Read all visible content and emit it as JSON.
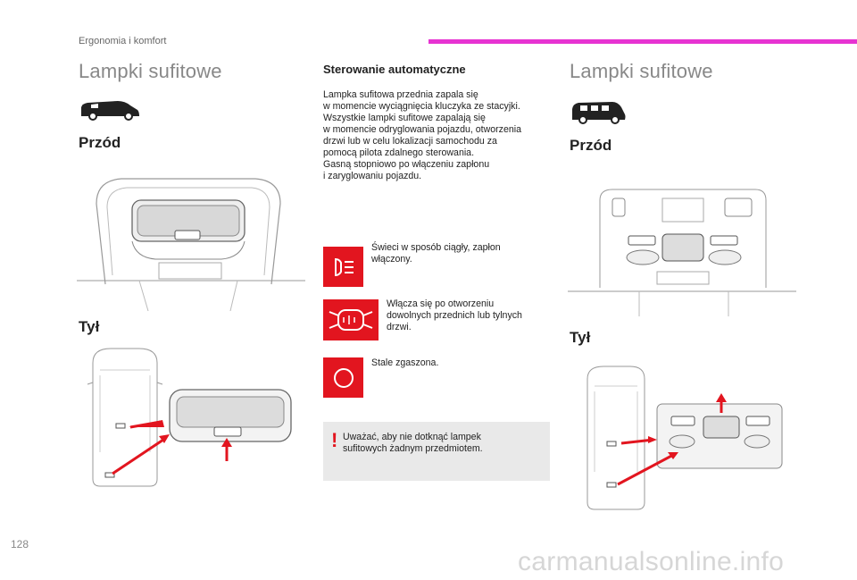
{
  "header": {
    "section": "Ergonomia i komfort",
    "accent_color": "#e733d2"
  },
  "left": {
    "title": "Lampki sufitowe",
    "front_heading": "Przód",
    "rear_heading": "Tył"
  },
  "middle": {
    "heading": "Sterowanie automatyczne",
    "paragraph": [
      "Lampka sufitowa przednia zapala się",
      "w momencie wyciągnięcia kluczyka ze stacyjki.",
      "Wszystkie lampki sufitowe zapalają się",
      "w momencie odryglowania pojazdu, otworzenia",
      "drzwi lub w celu lokalizacji samochodu za",
      "pomocą pilota zdalnego sterowania.",
      "Gasną stopniowo po włączeniu zapłonu",
      "i zaryglowaniu pojazdu."
    ],
    "modes": [
      {
        "icon": "light-on-icon",
        "text": [
          "Świeci w sposób ciągły, zapłon",
          "włączony."
        ]
      },
      {
        "icon": "door-light-icon",
        "text": [
          "Włącza się po otworzeniu",
          "dowolnych przednich lub tylnych",
          "drzwi."
        ]
      },
      {
        "icon": "light-off-icon",
        "text": [
          "Stale zgaszona."
        ]
      }
    ],
    "warning": {
      "mark": "!",
      "text": [
        "Uważać, aby nie dotknąć lampek",
        "sufitowych żadnym przedmiotem."
      ]
    },
    "icon_color": "#e2151f"
  },
  "right": {
    "title": "Lampki sufitowe",
    "front_heading": "Przód",
    "rear_heading": "Tył"
  },
  "footer": {
    "page_number": "128",
    "watermark": "carmanualsonline.info"
  }
}
